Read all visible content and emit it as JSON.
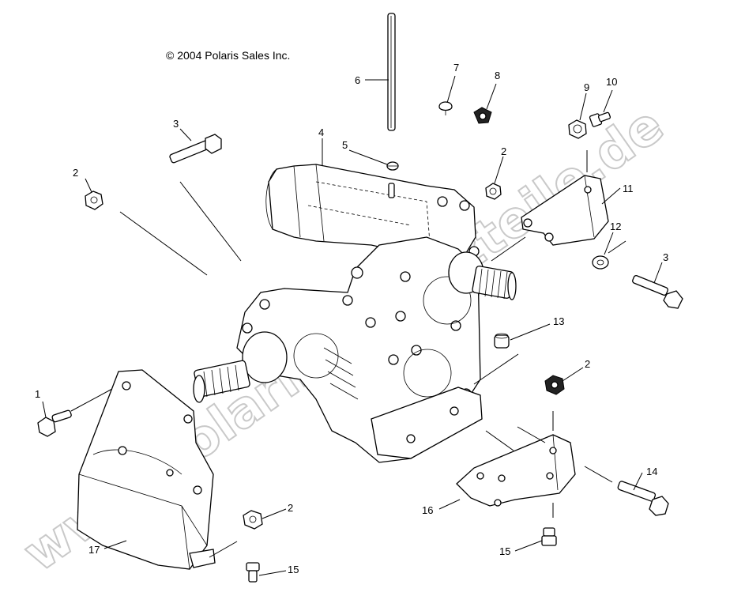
{
  "copyright": "© 2004 Polaris Sales Inc.",
  "watermark": "www.polaris-ersatzteile.de",
  "callouts": [
    {
      "id": "c1",
      "label": "1"
    },
    {
      "id": "c2a",
      "label": "2"
    },
    {
      "id": "c2b",
      "label": "2"
    },
    {
      "id": "c2c",
      "label": "2"
    },
    {
      "id": "c2d",
      "label": "2"
    },
    {
      "id": "c3a",
      "label": "3"
    },
    {
      "id": "c3b",
      "label": "3"
    },
    {
      "id": "c4",
      "label": "4"
    },
    {
      "id": "c5",
      "label": "5"
    },
    {
      "id": "c6",
      "label": "6"
    },
    {
      "id": "c7",
      "label": "7"
    },
    {
      "id": "c8",
      "label": "8"
    },
    {
      "id": "c9",
      "label": "9"
    },
    {
      "id": "c10",
      "label": "10"
    },
    {
      "id": "c11",
      "label": "11"
    },
    {
      "id": "c12",
      "label": "12"
    },
    {
      "id": "c13",
      "label": "13"
    },
    {
      "id": "c14",
      "label": "14"
    },
    {
      "id": "c15a",
      "label": "15"
    },
    {
      "id": "c15b",
      "label": "15"
    },
    {
      "id": "c16",
      "label": "16"
    },
    {
      "id": "c17",
      "label": "17"
    }
  ]
}
